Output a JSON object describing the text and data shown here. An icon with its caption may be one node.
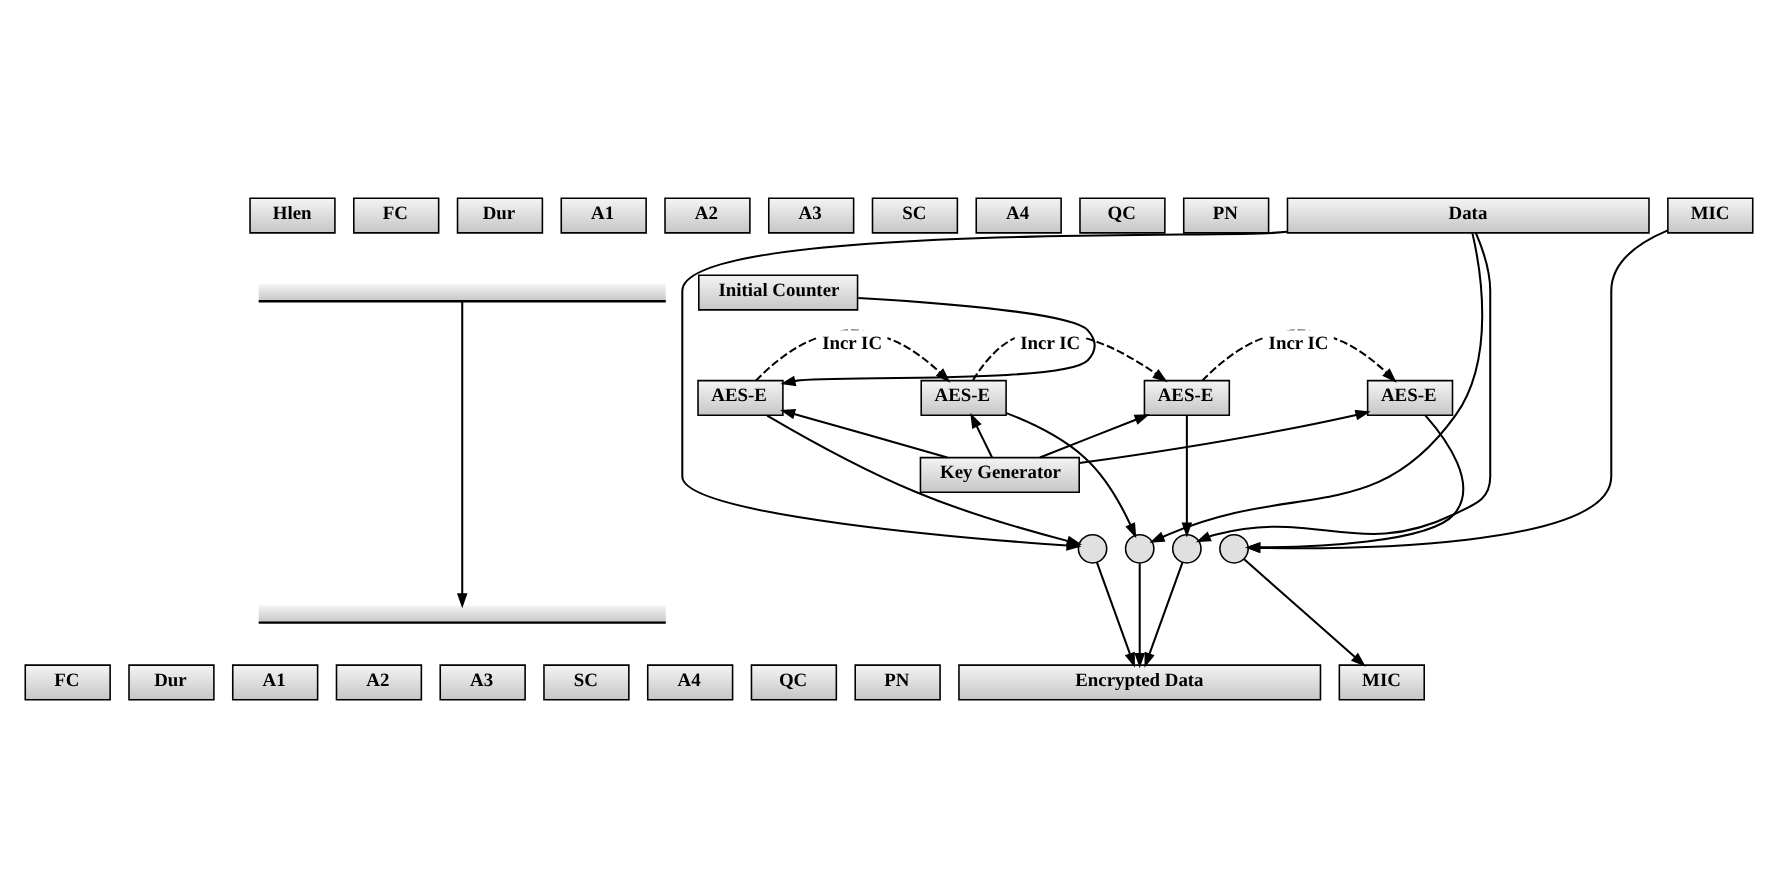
{
  "diagram": {
    "nodes": [
      {
        "text": [
          "Hlen"
        ]
      },
      {
        "text": [
          "FC"
        ]
      },
      {
        "text": [
          "Dur"
        ]
      },
      {
        "text": [
          "A1"
        ]
      },
      {
        "text": [
          "A2"
        ]
      },
      {
        "text": [
          "A3"
        ]
      },
      {
        "text": [
          "SC"
        ]
      },
      {
        "text": [
          "A4"
        ]
      },
      {
        "text": [
          "QC"
        ]
      },
      {
        "text": [
          "PN"
        ]
      },
      {
        "text": [
          "Data"
        ]
      },
      {
        "text": [
          "MIC"
        ]
      },
      {
        "text": [],
        "shape": "brace"
      },
      {
        "text": [
          "Initial Counter"
        ]
      },
      {
        "text": [
          "AES-E"
        ]
      },
      {
        "text": [
          "AES-E"
        ]
      },
      {
        "text": [
          "AES-E"
        ]
      },
      {
        "text": [
          "AES-E"
        ]
      },
      {
        "text": [
          "Key Generator"
        ]
      },
      {
        "text": [],
        "shape": "circle"
      },
      {
        "text": [],
        "shape": "circle"
      },
      {
        "text": [],
        "shape": "circle"
      },
      {
        "text": [],
        "shape": "circle"
      },
      {
        "text": [],
        "shape": "brace"
      },
      {
        "text": [
          "FC"
        ]
      },
      {
        "text": [
          "Dur"
        ]
      },
      {
        "text": [
          "A1"
        ]
      },
      {
        "text": [
          "A2"
        ]
      },
      {
        "text": [
          "A3"
        ]
      },
      {
        "text": [
          "SC"
        ]
      },
      {
        "text": [
          "A4"
        ]
      },
      {
        "text": [
          "QC"
        ]
      },
      {
        "text": [
          "PN"
        ]
      },
      {
        "text": [
          "Encrypted Data"
        ]
      },
      {
        "text": [
          "MIC"
        ]
      }
    ],
    "edges": [
      {
        "from": 12,
        "to": 23,
        "arrow": "to"
      },
      {
        "from": 13,
        "to": 14,
        "arrow": "to"
      },
      {
        "from": 14,
        "to": 15,
        "arrow": "to",
        "style": "dashed",
        "label": "Incr IC"
      },
      {
        "from": 15,
        "to": 16,
        "arrow": "to",
        "style": "dashed",
        "label": "Incr IC"
      },
      {
        "from": 16,
        "to": 17,
        "arrow": "to",
        "style": "dashed",
        "label": "Incr IC"
      },
      {
        "from": 18,
        "to": 14,
        "arrow": "to"
      },
      {
        "from": 18,
        "to": 15,
        "arrow": "to"
      },
      {
        "from": 18,
        "to": 16,
        "arrow": "to"
      },
      {
        "from": 18,
        "to": 17,
        "arrow": "to"
      },
      {
        "from": 14,
        "to": 19,
        "arrow": "to"
      },
      {
        "from": 15,
        "to": 20,
        "arrow": "to"
      },
      {
        "from": 16,
        "to": 21,
        "arrow": "to"
      },
      {
        "from": 17,
        "to": 22,
        "arrow": "to"
      },
      {
        "from": 10,
        "to": 19,
        "arrow": "to"
      },
      {
        "from": 10,
        "to": 20,
        "arrow": "to"
      },
      {
        "from": 10,
        "to": 21,
        "arrow": "to"
      },
      {
        "from": 11,
        "to": 22,
        "arrow": "to"
      },
      {
        "from": 19,
        "to": 33,
        "arrow": "to"
      },
      {
        "from": 20,
        "to": 33,
        "arrow": "to"
      },
      {
        "from": 21,
        "to": 33,
        "arrow": "to"
      },
      {
        "from": 22,
        "to": 34,
        "arrow": "to"
      }
    ]
  }
}
